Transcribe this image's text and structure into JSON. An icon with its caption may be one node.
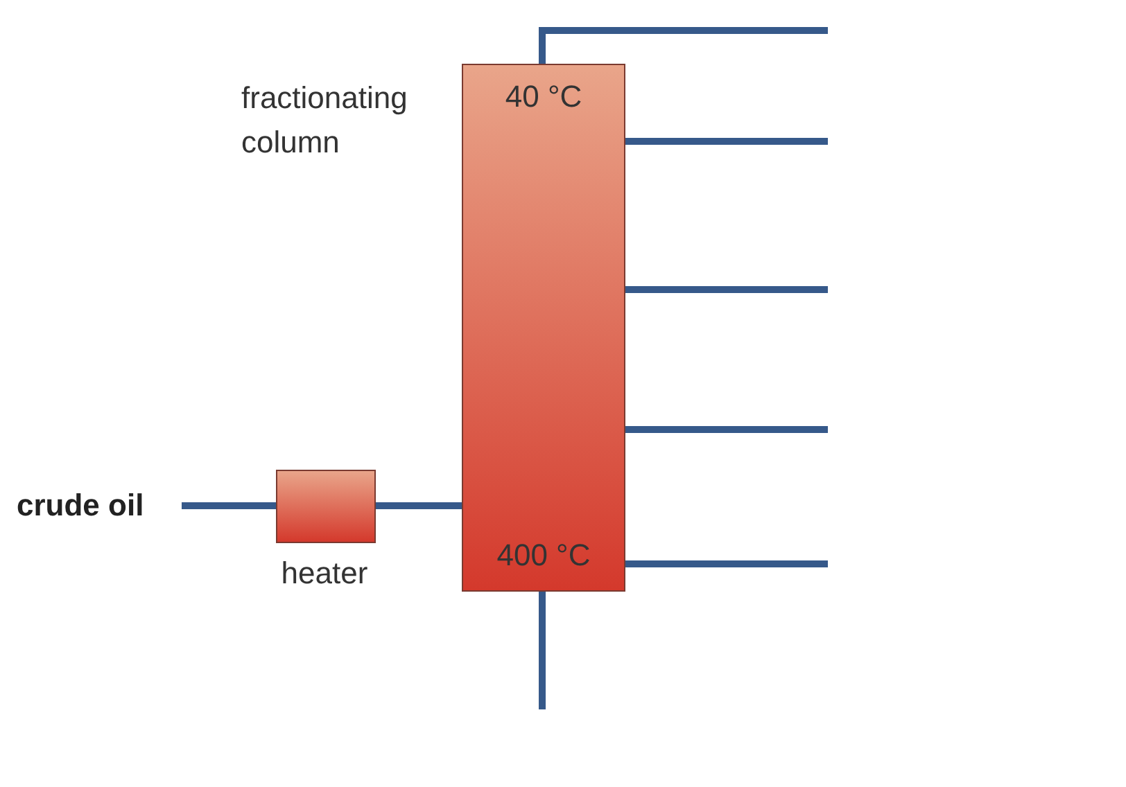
{
  "diagram": {
    "nodes": [
      {
        "text": [
          "crude oil"
        ]
      },
      {
        "text": [],
        "shape": "box",
        "beside": [
          "heater"
        ]
      },
      {
        "text": [
          "40 °C",
          "400 °C"
        ],
        "beside": [
          "fractionating column"
        ]
      }
    ],
    "edges": [
      {
        "from": 0,
        "to": 1,
        "arrow": "none"
      },
      {
        "from": 1,
        "to": 2,
        "arrow": "none"
      },
      {
        "from": 2,
        "to": null,
        "arrow": "none"
      },
      {
        "from": 2,
        "to": null,
        "arrow": "none"
      },
      {
        "from": 2,
        "to": null,
        "arrow": "none"
      },
      {
        "from": 2,
        "to": null,
        "arrow": "none"
      },
      {
        "from": 2,
        "to": null,
        "arrow": "none"
      },
      {
        "from": 2,
        "to": null,
        "arrow": "none"
      }
    ]
  }
}
